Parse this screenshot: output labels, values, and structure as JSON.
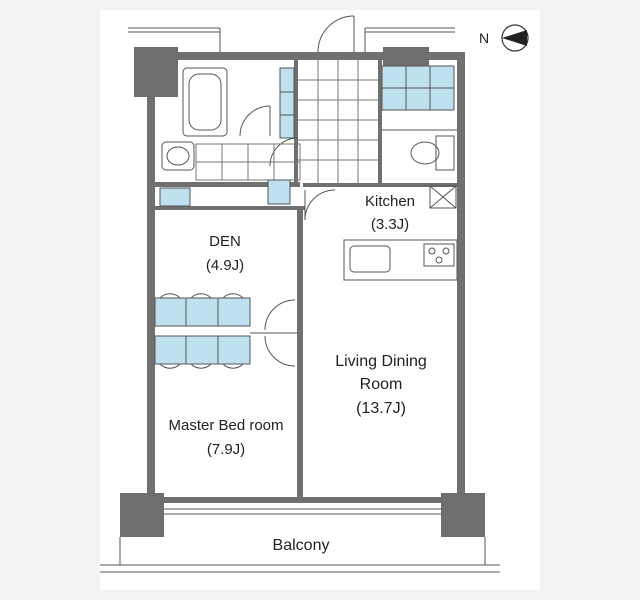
{
  "floorplan": {
    "compass": {
      "label": "N"
    },
    "rooms": {
      "kitchen": {
        "name": "Kitchen",
        "size": "(3.3J)"
      },
      "den": {
        "name": "DEN",
        "size": "(4.9J)"
      },
      "living": {
        "line1": "Living Dining",
        "line2": "Room",
        "size": "(13.7J)"
      },
      "master": {
        "name": "Master Bed room",
        "size": "(7.9J)"
      },
      "balcony": {
        "name": "Balcony"
      }
    },
    "colors": {
      "wall": "#707070",
      "column": "#6e6e6e",
      "fixture": "#bfe0ee",
      "line": "#555555",
      "background": "#ffffff"
    }
  }
}
